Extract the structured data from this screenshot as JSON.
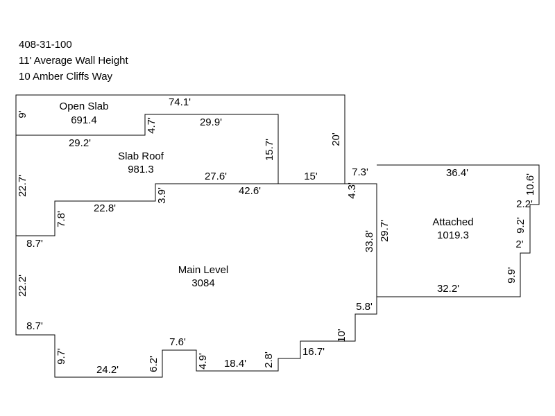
{
  "header": {
    "parcel": "408-31-100",
    "wall_height": "11' Average Wall Height",
    "address": "10 Amber Cliffs Way"
  },
  "areas": {
    "open_slab": {
      "name": "Open Slab",
      "area": "691.4"
    },
    "slab_roof": {
      "name": "Slab Roof",
      "area": "981.3"
    },
    "main_level": {
      "name": "Main Level",
      "area": "3084"
    },
    "attached": {
      "name": "Attached",
      "area": "1019.3"
    }
  },
  "dims": {
    "d74_1": "74.1'",
    "d9": "9'",
    "d4_7": "4.7'",
    "d29_9": "29.9'",
    "d29_2": "29.2'",
    "d15_7": "15.7'",
    "d20": "20'",
    "d27_6": "27.6'",
    "d15": "15'",
    "d7_3": "7.3'",
    "d36_4": "36.4'",
    "d10_6": "10.6'",
    "d22_7a": "22.7'",
    "d3_9": "3.9'",
    "d42_6": "42.6'",
    "d4_3": "4.3'",
    "d2_2": "2.2'",
    "d22_8": "22.8'",
    "d7_8": "7.8'",
    "d29_7": "29.7'",
    "d33_8": "33.8'",
    "d9_2": "9.2'",
    "d8_7a": "8.7'",
    "d2": "2'",
    "d22_2": "22.2'",
    "d9_9": "9.9'",
    "d32_2": "32.2'",
    "d5_8": "5.8'",
    "d8_7b": "8.7'",
    "d10": "10'",
    "d7_6": "7.6'",
    "d16_7": "16.7'",
    "d9_7": "9.7'",
    "d6_2": "6.2'",
    "d4_9": "4.9'",
    "d18_4": "18.4'",
    "d2_8": "2.8'",
    "d24_2": "24.2'"
  }
}
